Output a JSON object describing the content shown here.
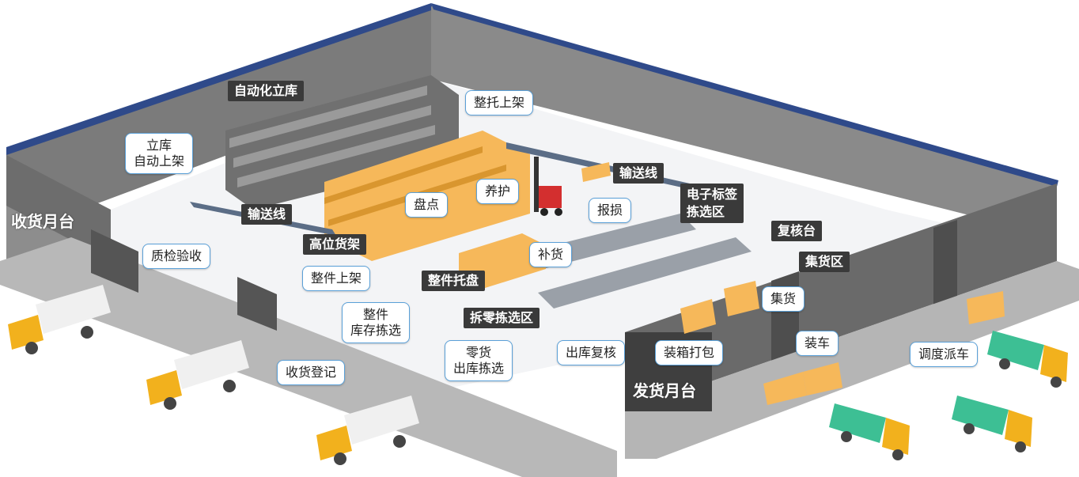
{
  "labels": {
    "auto_store": "自动化立库",
    "store_auto_shelf_1": "立库",
    "store_auto_shelf_2": "自动上架",
    "receiving_dock": "收货月台",
    "conveyor_left": "输送线",
    "qc_check": "质检验收",
    "high_rack": "高位货架",
    "whole_shelving": "整件上架",
    "whole_pallet": "整件托盘",
    "whole_pick_1": "整件",
    "whole_pick_2": "库存拣选",
    "receive_register": "收货登记",
    "inventory_count": "盘点",
    "pallet_shelving": "整托上架",
    "maintenance": "养护",
    "report_damage": "报损",
    "replenish": "补货",
    "conveyor_right": "输送线",
    "e_label_1": "电子标签",
    "e_label_2": "拣选区",
    "review_desk": "复核台",
    "consolidation_zone": "集货区",
    "consolidate": "集货",
    "split_pick_zone": "拆零拣选区",
    "piece_pick_1": "零货",
    "piece_pick_2": "出库拣选",
    "outbound_review": "出库复核",
    "packing": "装箱打包",
    "shipping_dock": "发货月台",
    "loading": "装车",
    "dispatch": "调度派车"
  },
  "colors": {
    "wall": "#7b7b7b",
    "wall_dark": "#5b5b5b",
    "roof_edge": "#2f4a8a",
    "floor": "#f3f4f6",
    "box": "#f6b85a",
    "rack": "#6a6a6a",
    "truck_in": "#f2b11d",
    "truck_out": "#3dbf94",
    "callout_border": "#5aa0d8"
  }
}
